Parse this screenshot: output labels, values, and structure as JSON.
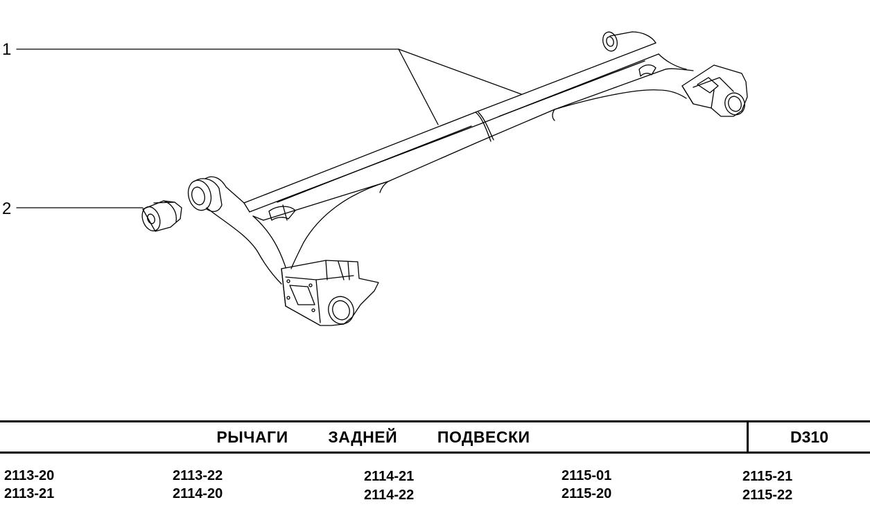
{
  "callouts": [
    {
      "number": "1"
    },
    {
      "number": "2"
    }
  ],
  "title_block": {
    "title": "РЫЧАГИ  ЗАДНЕЙ  ПОДВЕСКИ",
    "code": "D310"
  },
  "models": [
    [
      "2113-20",
      "2113-21"
    ],
    [
      "2113-22",
      "2114-20"
    ],
    [
      "2114-21",
      "2114-22"
    ],
    [
      "2115-01",
      "2115-20"
    ],
    [
      "2115-21",
      "2115-22"
    ]
  ]
}
